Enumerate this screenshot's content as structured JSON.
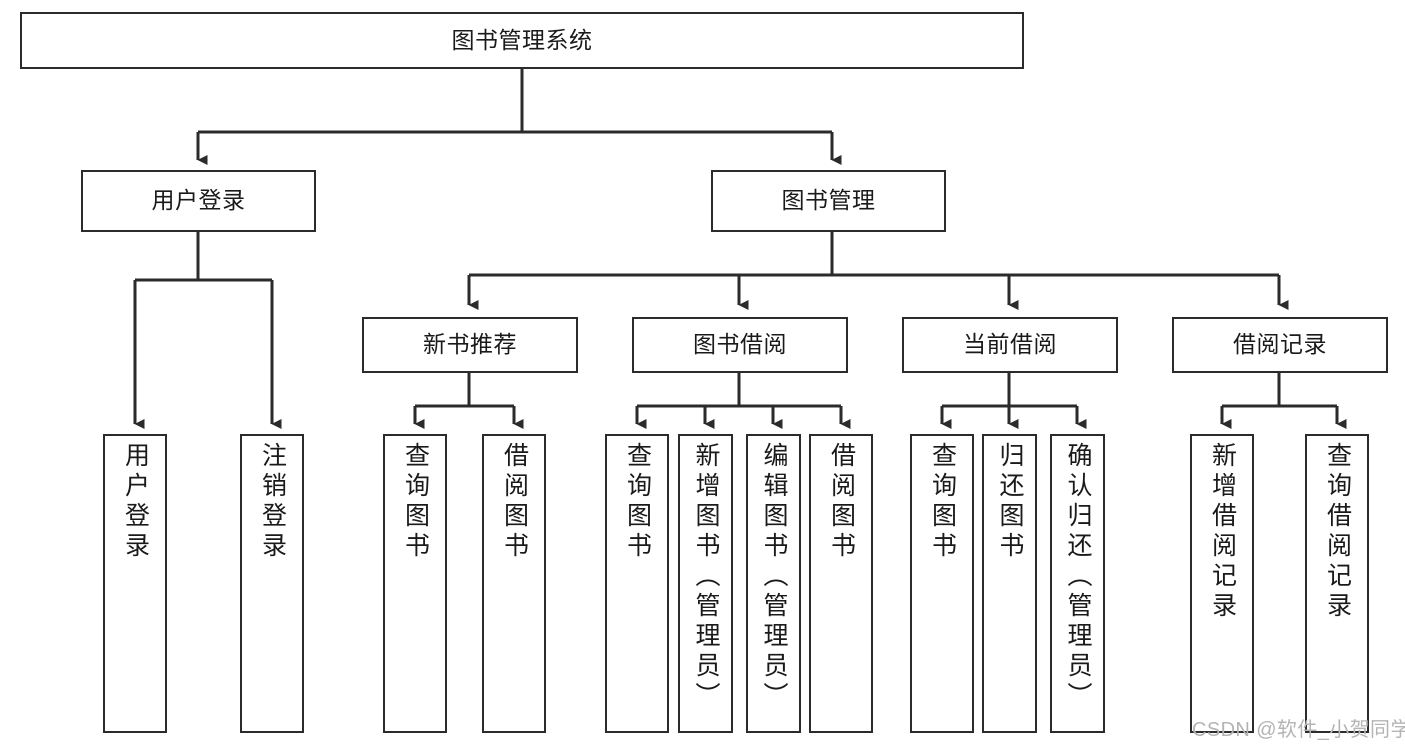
{
  "diagram": {
    "title": "图书管理系统",
    "type": "tree-hierarchy",
    "watermark": "CSDN @软件_小贺同学",
    "colors": {
      "border": "#2b2b2b",
      "background": "#ffffff",
      "text": "#1a1a1a",
      "watermark": "#b4b4b4"
    },
    "root": {
      "label": "图书管理系统"
    },
    "level2": [
      {
        "id": "user-login",
        "label": "用户登录"
      },
      {
        "id": "book-manage",
        "label": "图书管理"
      }
    ],
    "level3": [
      {
        "id": "new-book-rec",
        "label": "新书推荐"
      },
      {
        "id": "book-borrow",
        "label": "图书借阅"
      },
      {
        "id": "current-borrow",
        "label": "当前借阅"
      },
      {
        "id": "borrow-record",
        "label": "借阅记录"
      }
    ],
    "leaves": {
      "user_login": [
        {
          "id": "leaf-user-login",
          "label": "用户登录"
        },
        {
          "id": "leaf-logout",
          "label": "注销登录"
        }
      ],
      "new_book_rec": [
        {
          "id": "leaf-query-book-1",
          "label": "查询图书"
        },
        {
          "id": "leaf-borrow-book-1",
          "label": "借阅图书"
        }
      ],
      "book_borrow": [
        {
          "id": "leaf-query-book-2",
          "label": "查询图书"
        },
        {
          "id": "leaf-add-book",
          "label": "新增图书（管理员）"
        },
        {
          "id": "leaf-edit-book",
          "label": "编辑图书（管理员）"
        },
        {
          "id": "leaf-borrow-book-2",
          "label": "借阅图书"
        }
      ],
      "current_borrow": [
        {
          "id": "leaf-query-book-3",
          "label": "查询图书"
        },
        {
          "id": "leaf-return-book",
          "label": "归还图书"
        },
        {
          "id": "leaf-confirm-return",
          "label": "确认归还（管理员）"
        }
      ],
      "borrow_record": [
        {
          "id": "leaf-add-record",
          "label": "新增借阅记录"
        },
        {
          "id": "leaf-query-record",
          "label": "查询借阅记录"
        }
      ]
    }
  }
}
